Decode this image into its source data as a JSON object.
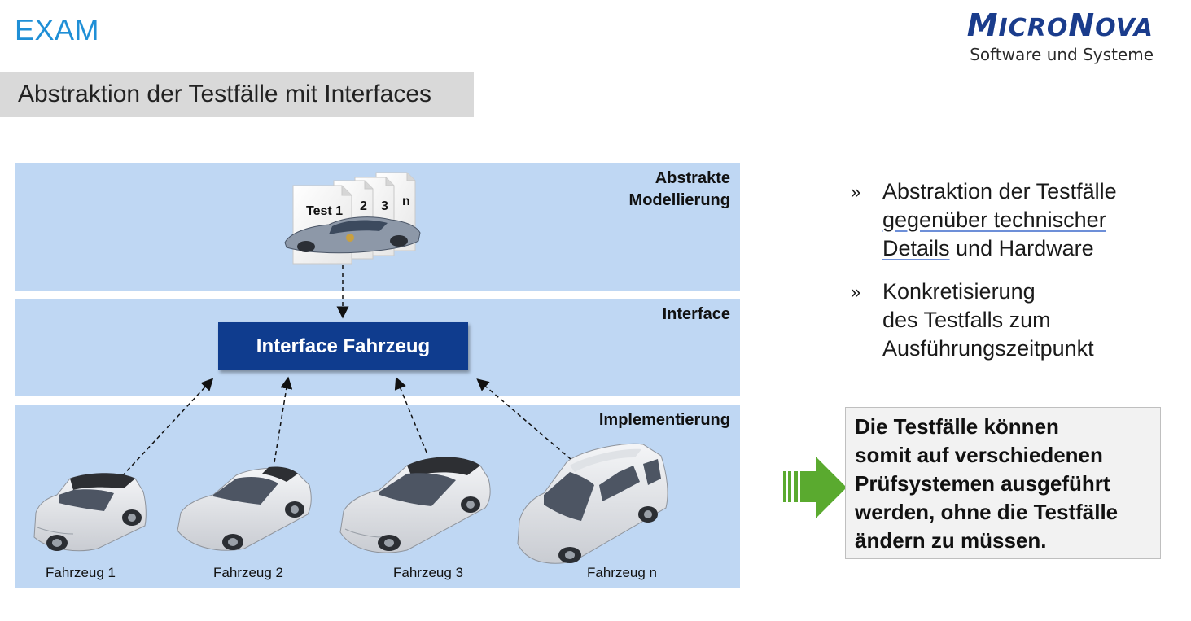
{
  "header": {
    "section_label": "EXAM",
    "slide_title": "Abstraktion der Testfälle mit Interfaces"
  },
  "logo": {
    "brand": "MicroNova",
    "brand_first_M": "M",
    "brand_icro": "ICRO",
    "brand_N": "N",
    "brand_ova": "OVA",
    "tagline": "Software und Systeme"
  },
  "diagram": {
    "layers": [
      {
        "label_line1": "Abstrakte",
        "label_line2": "Modellierung"
      },
      {
        "label_line1": "Interface"
      },
      {
        "label_line1": "Implementierung"
      }
    ],
    "test_docs": [
      "Test 1",
      "2",
      "3",
      "n"
    ],
    "interface_box": "Interface Fahrzeug",
    "vehicles": [
      "Fahrzeug 1",
      "Fahrzeug 2",
      "Fahrzeug 3",
      "Fahrzeug n"
    ]
  },
  "bullets": [
    {
      "marker": "»",
      "line1": "Abstraktion der Testfälle",
      "line2": "gegenüber technischer",
      "line3_underlined": "Details",
      "line3_rest": " und Hardware"
    },
    {
      "marker": "»",
      "line1": "Konkretisierung",
      "line2": "des Testfalls zum",
      "line3": "Ausführungszeitpunkt"
    }
  ],
  "callout": {
    "lines": [
      "Die Testfälle können",
      "somit auf verschiedenen",
      "Prüfsystemen ausgeführt",
      "werden, ohne die Testfälle",
      "ändern zu müssen."
    ]
  },
  "colors": {
    "accent_blue": "#1f8fd6",
    "band_blue": "#bfd7f3",
    "interface_navy": "#0f3c8e",
    "arrow_green": "#5aaa2f"
  }
}
